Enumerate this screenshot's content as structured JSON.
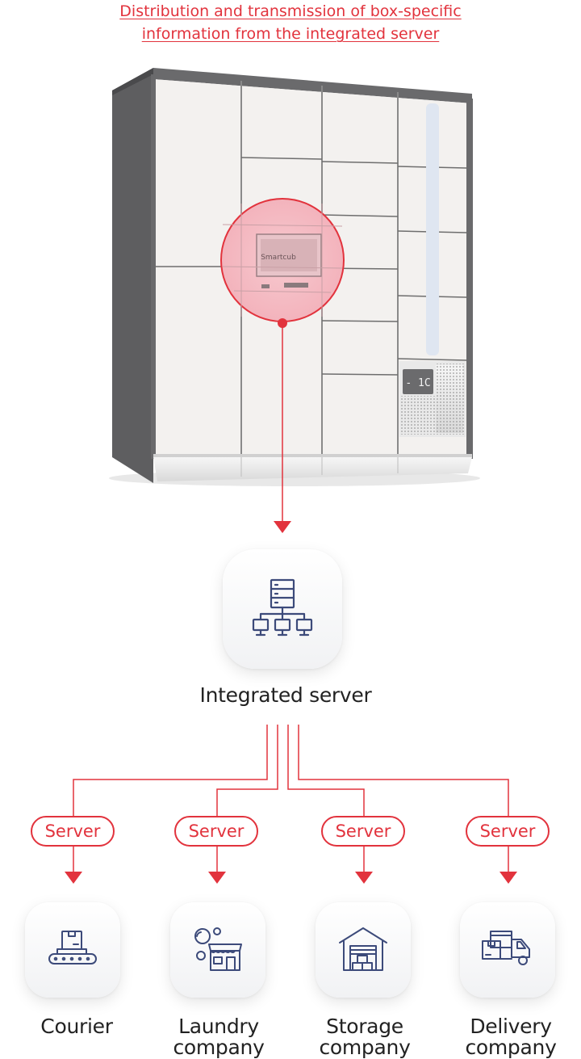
{
  "header": {
    "line1": "Distribution and transmission of box-specific",
    "line2": "information from the integrated server"
  },
  "locker": {
    "display_text": "- 1C",
    "screen_text": "Smartcub"
  },
  "integrated": {
    "label": "Integrated server",
    "icon": "server-network-icon"
  },
  "branches": [
    {
      "server": "Server",
      "line1": "Courier",
      "line2": "",
      "icon": "conveyor-box-icon"
    },
    {
      "server": "Server",
      "line1": "Laundry",
      "line2": "company",
      "icon": "laundry-shop-icon"
    },
    {
      "server": "Server",
      "line1": "Storage",
      "line2": "company",
      "icon": "warehouse-icon"
    },
    {
      "server": "Server",
      "line1": "Delivery",
      "line2": "company",
      "icon": "delivery-truck-icon"
    }
  ],
  "colors": {
    "accent": "#e2333d",
    "icon_stroke": "#3c4a7a",
    "locker_frame": "#5a5a5c",
    "locker_panel": "#f3f1ef"
  }
}
